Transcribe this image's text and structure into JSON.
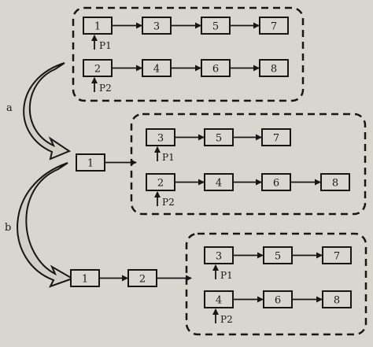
{
  "diagram": {
    "step_labels": [
      "a",
      "b"
    ],
    "pointer_labels": [
      "P1",
      "P2"
    ],
    "stages": [
      {
        "prefix": [],
        "list1": [
          "1",
          "3",
          "5",
          "7"
        ],
        "list2": [
          "2",
          "4",
          "6",
          "8"
        ]
      },
      {
        "prefix": [
          "1"
        ],
        "list1": [
          "3",
          "5",
          "7"
        ],
        "list2": [
          "2",
          "4",
          "6",
          "8"
        ]
      },
      {
        "prefix": [
          "1",
          "2"
        ],
        "list1": [
          "3",
          "5",
          "7"
        ],
        "list2": [
          "4",
          "6",
          "8"
        ]
      }
    ]
  }
}
